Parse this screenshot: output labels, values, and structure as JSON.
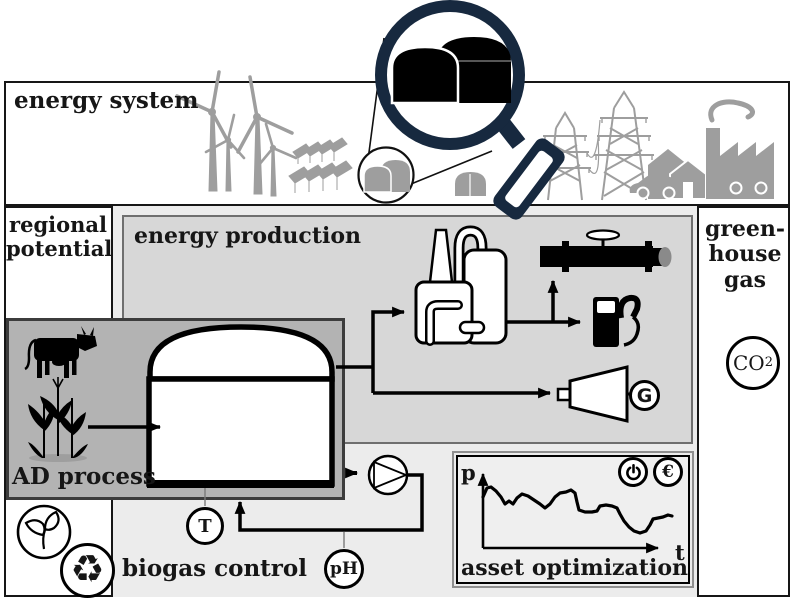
{
  "banner": {
    "title": "energy system"
  },
  "columns": {
    "left": {
      "lines": [
        "regional",
        "potential"
      ]
    },
    "right": {
      "lines": [
        "green-",
        "house",
        "gas"
      ],
      "co2_main": "CO",
      "co2_sub": "2"
    }
  },
  "energy_production": {
    "title": "energy production",
    "generator_label": "G"
  },
  "ad_process": {
    "title": "AD process"
  },
  "biogas_control": {
    "title": "biogas control",
    "temperature_label": "T",
    "ph_label": "pH"
  },
  "asset_optimization": {
    "title": "asset optimization",
    "y_axis_label": "p",
    "x_axis_label": "t",
    "euro_symbol": "€",
    "curve_points": [
      [
        483,
        497
      ],
      [
        487,
        488
      ],
      [
        491,
        487
      ],
      [
        496,
        491
      ],
      [
        501,
        497
      ],
      [
        505,
        504
      ],
      [
        509,
        501
      ],
      [
        513,
        504
      ],
      [
        517,
        498
      ],
      [
        522,
        494
      ],
      [
        528,
        496
      ],
      [
        534,
        500
      ],
      [
        540,
        504
      ],
      [
        545,
        508
      ],
      [
        550,
        504
      ],
      [
        555,
        497
      ],
      [
        560,
        493
      ],
      [
        566,
        492
      ],
      [
        571,
        490
      ],
      [
        575,
        493
      ],
      [
        577,
        502
      ],
      [
        579,
        510
      ],
      [
        585,
        512
      ],
      [
        592,
        512
      ],
      [
        597,
        511
      ],
      [
        600,
        506
      ],
      [
        606,
        505
      ],
      [
        612,
        506
      ],
      [
        617,
        508
      ],
      [
        620,
        514
      ],
      [
        624,
        521
      ],
      [
        629,
        527
      ],
      [
        634,
        531
      ],
      [
        640,
        533
      ],
      [
        646,
        531
      ],
      [
        650,
        525
      ],
      [
        653,
        519
      ],
      [
        658,
        518
      ],
      [
        663,
        517
      ],
      [
        668,
        515
      ],
      [
        672,
        516
      ]
    ]
  },
  "icons": {
    "recycle_glyph": "♻"
  },
  "colors": {
    "accent_navy": "#17293f",
    "silhouette_gray": "#9e9e9e",
    "status_black": "#000000"
  }
}
